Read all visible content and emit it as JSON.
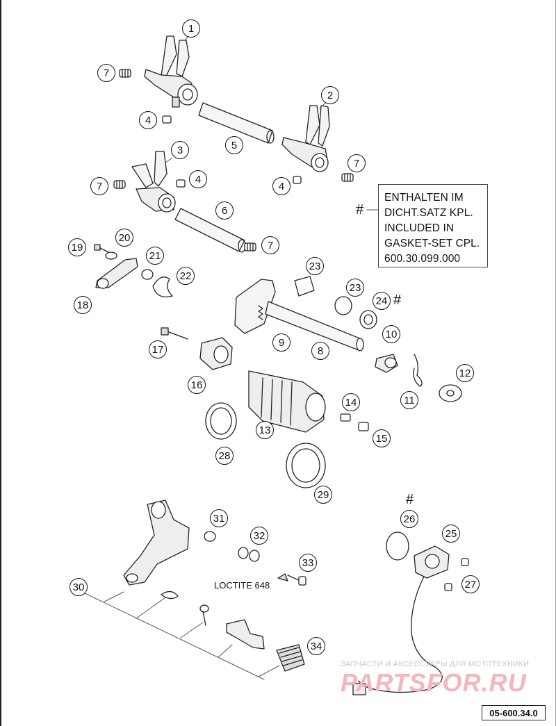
{
  "callouts": [
    {
      "n": "1"
    },
    {
      "n": "2"
    },
    {
      "n": "3"
    },
    {
      "n": "4"
    },
    {
      "n": "4"
    },
    {
      "n": "4"
    },
    {
      "n": "5"
    },
    {
      "n": "6"
    },
    {
      "n": "7"
    },
    {
      "n": "7"
    },
    {
      "n": "7"
    },
    {
      "n": "7"
    },
    {
      "n": "8"
    },
    {
      "n": "9"
    },
    {
      "n": "10"
    },
    {
      "n": "11"
    },
    {
      "n": "12"
    },
    {
      "n": "13"
    },
    {
      "n": "14"
    },
    {
      "n": "15"
    },
    {
      "n": "16"
    },
    {
      "n": "17"
    },
    {
      "n": "18"
    },
    {
      "n": "19"
    },
    {
      "n": "20"
    },
    {
      "n": "21"
    },
    {
      "n": "22"
    },
    {
      "n": "23"
    },
    {
      "n": "23"
    },
    {
      "n": "24"
    },
    {
      "n": "25"
    },
    {
      "n": "26"
    },
    {
      "n": "27"
    },
    {
      "n": "28"
    },
    {
      "n": "29"
    },
    {
      "n": "30"
    },
    {
      "n": "31"
    },
    {
      "n": "32"
    },
    {
      "n": "33"
    },
    {
      "n": "34"
    }
  ],
  "note": {
    "lines": [
      "ENTHALTEN IM",
      "DICHT.SATZ KPL.",
      "INCLUDED IN",
      "GASKET-SET CPL.",
      "600.30.099.000"
    ],
    "marker": "#"
  },
  "markers": {
    "part_24": "#",
    "part_26": "#"
  },
  "loctite_label": "LOCTITE 648",
  "watermark": {
    "small": "ЗАПЧАСТИ И АКСЕССУАРЫ ДЛЯ МОТОТЕХНИКИ",
    "large": "PARTSFOR.RU"
  },
  "diagram_id": "05-600.34.0"
}
